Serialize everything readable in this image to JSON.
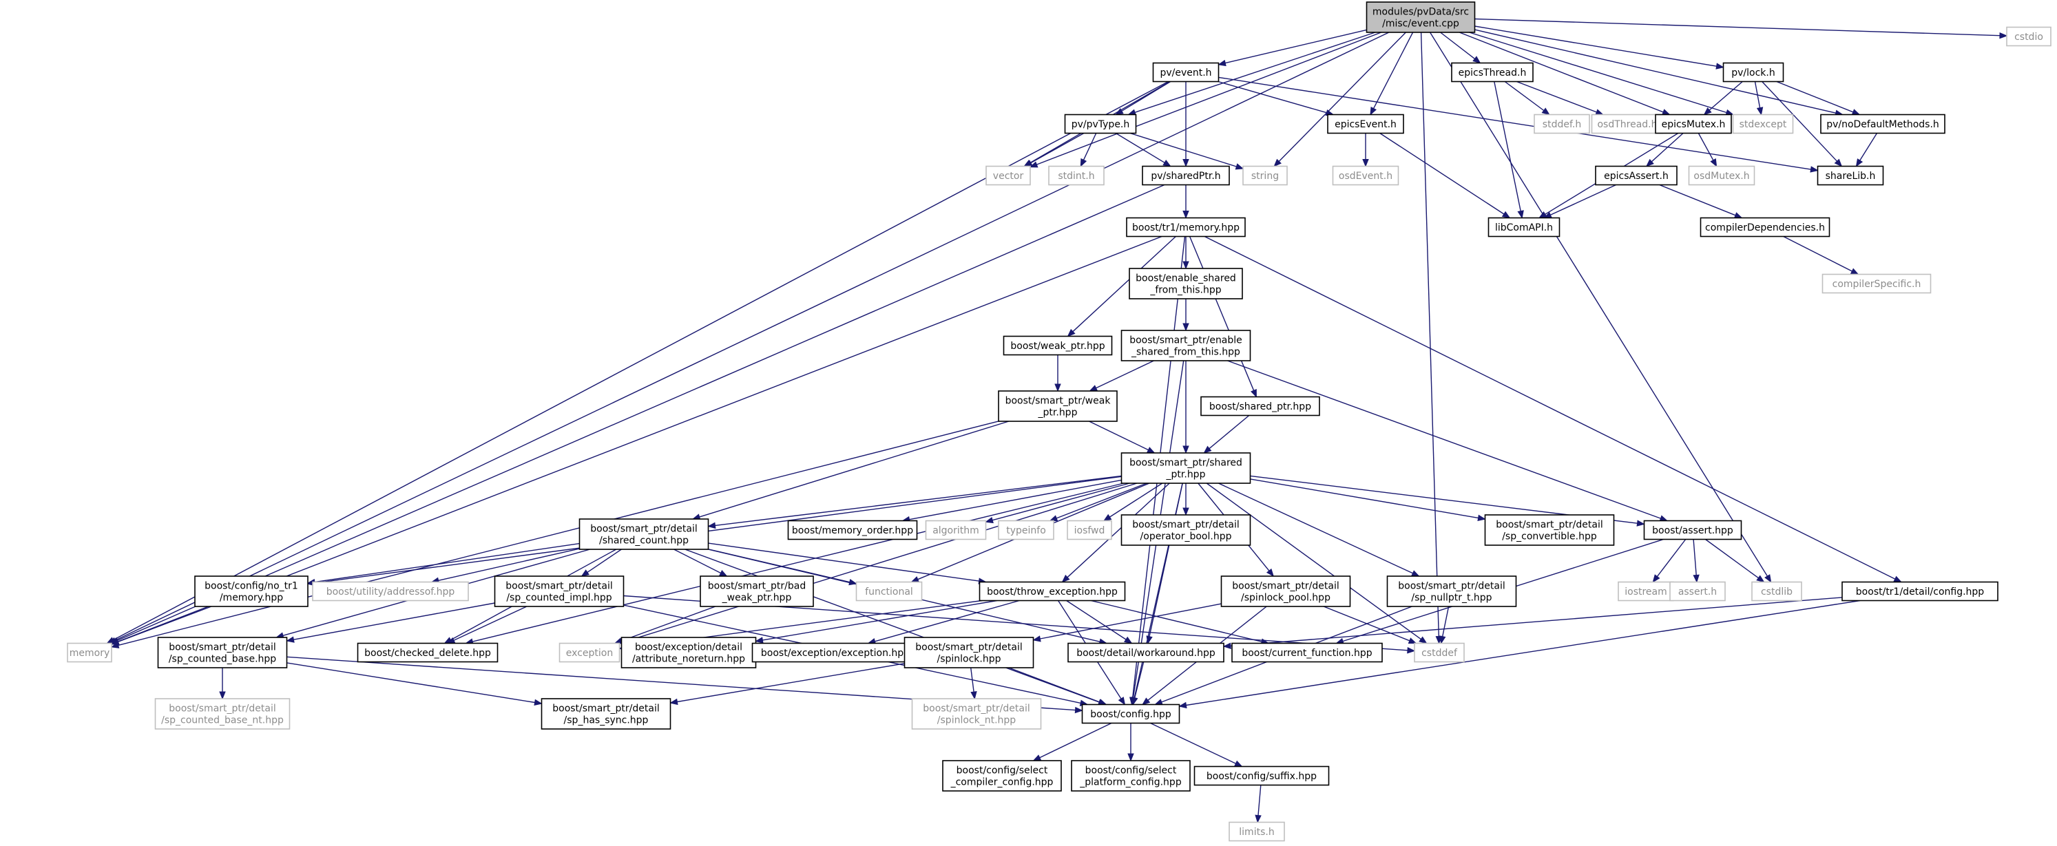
{
  "graph": {
    "colors": {
      "edge": "#191970",
      "root_fill": "#bfbfbf",
      "documented_border": "#000000",
      "external_border": "#bfbfbf",
      "external_text": "#8c8c8c",
      "text": "#000000"
    },
    "nodes": [
      {
        "id": "root",
        "lines": [
          "modules/pvData/src",
          "/misc/event.cpp"
        ],
        "kind": "root"
      },
      {
        "id": "memory",
        "lines": [
          "memory"
        ],
        "kind": "external"
      },
      {
        "id": "vector",
        "lines": [
          "vector"
        ],
        "kind": "external"
      },
      {
        "id": "string",
        "lines": [
          "string"
        ],
        "kind": "external"
      },
      {
        "id": "cstdio",
        "lines": [
          "cstdio"
        ],
        "kind": "external"
      },
      {
        "id": "stdexcept",
        "lines": [
          "stdexcept"
        ],
        "kind": "external"
      },
      {
        "id": "stdint",
        "lines": [
          "stdint.h"
        ],
        "kind": "external"
      },
      {
        "id": "stddef_h",
        "lines": [
          "stddef.h"
        ],
        "kind": "external"
      },
      {
        "id": "osdThread",
        "lines": [
          "osdThread.h"
        ],
        "kind": "external"
      },
      {
        "id": "osdEvent",
        "lines": [
          "osdEvent.h"
        ],
        "kind": "external"
      },
      {
        "id": "osdMutex",
        "lines": [
          "osdMutex.h"
        ],
        "kind": "external"
      },
      {
        "id": "compilerSpecific",
        "lines": [
          "compilerSpecific.h"
        ],
        "kind": "external"
      },
      {
        "id": "pvevent",
        "lines": [
          "pv/event.h"
        ],
        "kind": "doc"
      },
      {
        "id": "epicsThread",
        "lines": [
          "epicsThread.h"
        ],
        "kind": "doc"
      },
      {
        "id": "pvlock",
        "lines": [
          "pv/lock.h"
        ],
        "kind": "doc"
      },
      {
        "id": "pvType",
        "lines": [
          "pv/pvType.h"
        ],
        "kind": "doc"
      },
      {
        "id": "epicsEvent",
        "lines": [
          "epicsEvent.h"
        ],
        "kind": "doc"
      },
      {
        "id": "epicsMutex",
        "lines": [
          "epicsMutex.h"
        ],
        "kind": "doc"
      },
      {
        "id": "pvNoDefault",
        "lines": [
          "pv/noDefaultMethods.h"
        ],
        "kind": "doc"
      },
      {
        "id": "sharedPtr",
        "lines": [
          "pv/sharedPtr.h"
        ],
        "kind": "doc"
      },
      {
        "id": "epicsAssert",
        "lines": [
          "epicsAssert.h"
        ],
        "kind": "doc"
      },
      {
        "id": "shareLib",
        "lines": [
          "shareLib.h"
        ],
        "kind": "doc"
      },
      {
        "id": "libCom",
        "lines": [
          "libComAPI.h"
        ],
        "kind": "doc"
      },
      {
        "id": "compilerDeps",
        "lines": [
          "compilerDependencies.h"
        ],
        "kind": "doc"
      },
      {
        "id": "tr1memory",
        "lines": [
          "boost/tr1/memory.hpp"
        ],
        "kind": "doc"
      },
      {
        "id": "enableSft",
        "lines": [
          "boost/enable_shared",
          "_from_this.hpp"
        ],
        "kind": "doc"
      },
      {
        "id": "weakptr",
        "lines": [
          "boost/weak_ptr.hpp"
        ],
        "kind": "doc"
      },
      {
        "id": "spEnableSft",
        "lines": [
          "boost/smart_ptr/enable",
          "_shared_from_this.hpp"
        ],
        "kind": "doc"
      },
      {
        "id": "spWeak",
        "lines": [
          "boost/smart_ptr/weak",
          "_ptr.hpp"
        ],
        "kind": "doc"
      },
      {
        "id": "sharedptrhpp",
        "lines": [
          "boost/shared_ptr.hpp"
        ],
        "kind": "doc"
      },
      {
        "id": "spShared",
        "lines": [
          "boost/smart_ptr/shared",
          "_ptr.hpp"
        ],
        "kind": "doc"
      },
      {
        "id": "sharedCount",
        "lines": [
          "boost/smart_ptr/detail",
          "/shared_count.hpp"
        ],
        "kind": "doc"
      },
      {
        "id": "memOrder",
        "lines": [
          "boost/memory_order.hpp"
        ],
        "kind": "doc"
      },
      {
        "id": "algorithm",
        "lines": [
          "algorithm"
        ],
        "kind": "external"
      },
      {
        "id": "typeinfo",
        "lines": [
          "typeinfo"
        ],
        "kind": "external"
      },
      {
        "id": "iosfwd",
        "lines": [
          "iosfwd"
        ],
        "kind": "external"
      },
      {
        "id": "opBool",
        "lines": [
          "boost/smart_ptr/detail",
          "/operator_bool.hpp"
        ],
        "kind": "doc"
      },
      {
        "id": "spConvertible",
        "lines": [
          "boost/smart_ptr/detail",
          "/sp_convertible.hpp"
        ],
        "kind": "doc"
      },
      {
        "id": "assertHpp",
        "lines": [
          "boost/assert.hpp"
        ],
        "kind": "doc"
      },
      {
        "id": "noTr1",
        "lines": [
          "boost/config/no_tr1",
          "/memory.hpp"
        ],
        "kind": "doc"
      },
      {
        "id": "addressof",
        "lines": [
          "boost/utility/addressof.hpp"
        ],
        "kind": "external"
      },
      {
        "id": "spCountedImpl",
        "lines": [
          "boost/smart_ptr/detail",
          "/sp_counted_impl.hpp"
        ],
        "kind": "doc"
      },
      {
        "id": "badWeak",
        "lines": [
          "boost/smart_ptr/bad",
          "_weak_ptr.hpp"
        ],
        "kind": "doc"
      },
      {
        "id": "functional",
        "lines": [
          "functional"
        ],
        "kind": "external"
      },
      {
        "id": "throwExc",
        "lines": [
          "boost/throw_exception.hpp"
        ],
        "kind": "doc"
      },
      {
        "id": "spinlockPool",
        "lines": [
          "boost/smart_ptr/detail",
          "/spinlock_pool.hpp"
        ],
        "kind": "doc"
      },
      {
        "id": "spNullptr",
        "lines": [
          "boost/smart_ptr/detail",
          "/sp_nullptr_t.hpp"
        ],
        "kind": "doc"
      },
      {
        "id": "iostream",
        "lines": [
          "iostream"
        ],
        "kind": "external"
      },
      {
        "id": "assertH",
        "lines": [
          "assert.h"
        ],
        "kind": "external"
      },
      {
        "id": "cstdlib",
        "lines": [
          "cstdlib"
        ],
        "kind": "external"
      },
      {
        "id": "tr1Config",
        "lines": [
          "boost/tr1/detail/config.hpp"
        ],
        "kind": "doc"
      },
      {
        "id": "spCountedBase",
        "lines": [
          "boost/smart_ptr/detail",
          "/sp_counted_base.hpp"
        ],
        "kind": "doc"
      },
      {
        "id": "checkedDelete",
        "lines": [
          "boost/checked_delete.hpp"
        ],
        "kind": "doc"
      },
      {
        "id": "exception",
        "lines": [
          "exception"
        ],
        "kind": "external"
      },
      {
        "id": "attrNoreturn",
        "lines": [
          "boost/exception/detail",
          "/attribute_noreturn.hpp"
        ],
        "kind": "doc"
      },
      {
        "id": "excExc",
        "lines": [
          "boost/exception/exception.hpp"
        ],
        "kind": "doc"
      },
      {
        "id": "spinlock",
        "lines": [
          "boost/smart_ptr/detail",
          "/spinlock.hpp"
        ],
        "kind": "doc"
      },
      {
        "id": "workaround",
        "lines": [
          "boost/detail/workaround.hpp"
        ],
        "kind": "doc"
      },
      {
        "id": "curFunc",
        "lines": [
          "boost/current_function.hpp"
        ],
        "kind": "doc"
      },
      {
        "id": "cstddef",
        "lines": [
          "cstddef"
        ],
        "kind": "external"
      },
      {
        "id": "spCountedBaseNt",
        "lines": [
          "boost/smart_ptr/detail",
          "/sp_counted_base_nt.hpp"
        ],
        "kind": "external"
      },
      {
        "id": "spHasSync",
        "lines": [
          "boost/smart_ptr/detail",
          "/sp_has_sync.hpp"
        ],
        "kind": "doc"
      },
      {
        "id": "spinlockNt",
        "lines": [
          "boost/smart_ptr/detail",
          "/spinlock_nt.hpp"
        ],
        "kind": "external"
      },
      {
        "id": "configHpp",
        "lines": [
          "boost/config.hpp"
        ],
        "kind": "doc"
      },
      {
        "id": "selCompiler",
        "lines": [
          "boost/config/select",
          "_compiler_config.hpp"
        ],
        "kind": "doc"
      },
      {
        "id": "selPlatform",
        "lines": [
          "boost/config/select",
          "_platform_config.hpp"
        ],
        "kind": "doc"
      },
      {
        "id": "suffix",
        "lines": [
          "boost/config/suffix.hpp"
        ],
        "kind": "doc"
      },
      {
        "id": "limits",
        "lines": [
          "limits.h"
        ],
        "kind": "external"
      }
    ],
    "edges": [
      [
        "root",
        "memory"
      ],
      [
        "root",
        "vector"
      ],
      [
        "root",
        "pvevent"
      ],
      [
        "root",
        "pvType"
      ],
      [
        "root",
        "string"
      ],
      [
        "root",
        "epicsEvent"
      ],
      [
        "root",
        "epicsThread"
      ],
      [
        "root",
        "epicsMutex"
      ],
      [
        "root",
        "stdexcept"
      ],
      [
        "root",
        "pvlock"
      ],
      [
        "root",
        "pvNoDefault"
      ],
      [
        "root",
        "cstdio"
      ],
      [
        "root",
        "cstdlib"
      ],
      [
        "root",
        "cstddef"
      ],
      [
        "pvevent",
        "vector"
      ],
      [
        "pvevent",
        "pvType"
      ],
      [
        "pvevent",
        "sharedPtr"
      ],
      [
        "pvevent",
        "epicsEvent"
      ],
      [
        "pvevent",
        "shareLib"
      ],
      [
        "pvevent",
        "memory"
      ],
      [
        "pvType",
        "vector"
      ],
      [
        "pvType",
        "stdint"
      ],
      [
        "pvType",
        "string"
      ],
      [
        "pvType",
        "sharedPtr"
      ],
      [
        "sharedPtr",
        "memory"
      ],
      [
        "sharedPtr",
        "tr1memory"
      ],
      [
        "epicsThread",
        "stddef_h"
      ],
      [
        "epicsThread",
        "osdThread"
      ],
      [
        "epicsThread",
        "libCom"
      ],
      [
        "epicsEvent",
        "osdEvent"
      ],
      [
        "epicsEvent",
        "libCom"
      ],
      [
        "epicsMutex",
        "epicsAssert"
      ],
      [
        "epicsMutex",
        "osdMutex"
      ],
      [
        "epicsMutex",
        "libCom"
      ],
      [
        "epicsAssert",
        "libCom"
      ],
      [
        "epicsAssert",
        "compilerDeps"
      ],
      [
        "compilerDeps",
        "compilerSpecific"
      ],
      [
        "pvlock",
        "epicsMutex"
      ],
      [
        "pvlock",
        "stdexcept"
      ],
      [
        "pvlock",
        "pvNoDefault"
      ],
      [
        "pvlock",
        "shareLib"
      ],
      [
        "pvNoDefault",
        "shareLib"
      ],
      [
        "tr1memory",
        "memory"
      ],
      [
        "tr1memory",
        "enableSft"
      ],
      [
        "tr1memory",
        "weakptr"
      ],
      [
        "tr1memory",
        "sharedptrhpp"
      ],
      [
        "tr1memory",
        "configHpp"
      ],
      [
        "tr1memory",
        "tr1Config"
      ],
      [
        "enableSft",
        "spEnableSft"
      ],
      [
        "weakptr",
        "spWeak"
      ],
      [
        "spEnableSft",
        "spWeak"
      ],
      [
        "spEnableSft",
        "spShared"
      ],
      [
        "spEnableSft",
        "assertHpp"
      ],
      [
        "spEnableSft",
        "configHpp"
      ],
      [
        "spWeak",
        "memory"
      ],
      [
        "spWeak",
        "sharedCount"
      ],
      [
        "spWeak",
        "spShared"
      ],
      [
        "sharedptrhpp",
        "spShared"
      ],
      [
        "spShared",
        "sharedCount"
      ],
      [
        "spShared",
        "memOrder"
      ],
      [
        "spShared",
        "algorithm"
      ],
      [
        "spShared",
        "typeinfo"
      ],
      [
        "spShared",
        "iosfwd"
      ],
      [
        "spShared",
        "opBool"
      ],
      [
        "spShared",
        "spConvertible"
      ],
      [
        "spShared",
        "assertHpp"
      ],
      [
        "spShared",
        "noTr1"
      ],
      [
        "spShared",
        "functional"
      ],
      [
        "spShared",
        "throwExc"
      ],
      [
        "spShared",
        "spinlockPool"
      ],
      [
        "spShared",
        "spNullptr"
      ],
      [
        "spShared",
        "checkedDelete"
      ],
      [
        "spShared",
        "workaround"
      ],
      [
        "spShared",
        "cstddef"
      ],
      [
        "spShared",
        "configHpp"
      ],
      [
        "spShared",
        "exception"
      ],
      [
        "sharedCount",
        "noTr1"
      ],
      [
        "sharedCount",
        "addressof"
      ],
      [
        "sharedCount",
        "spCountedImpl"
      ],
      [
        "sharedCount",
        "badWeak"
      ],
      [
        "sharedCount",
        "functional"
      ],
      [
        "sharedCount",
        "spCountedBase"
      ],
      [
        "sharedCount",
        "checkedDelete"
      ],
      [
        "sharedCount",
        "workaround"
      ],
      [
        "sharedCount",
        "throwExc"
      ],
      [
        "sharedCount",
        "configHpp"
      ],
      [
        "noTr1",
        "memory"
      ],
      [
        "spCountedImpl",
        "spCountedBase"
      ],
      [
        "spCountedImpl",
        "checkedDelete"
      ],
      [
        "spCountedImpl",
        "cstddef"
      ],
      [
        "spCountedImpl",
        "configHpp"
      ],
      [
        "badWeak",
        "exception"
      ],
      [
        "throwExc",
        "exception"
      ],
      [
        "throwExc",
        "attrNoreturn"
      ],
      [
        "throwExc",
        "excExc"
      ],
      [
        "throwExc",
        "workaround"
      ],
      [
        "throwExc",
        "curFunc"
      ],
      [
        "throwExc",
        "configHpp"
      ],
      [
        "spinlockPool",
        "spinlock"
      ],
      [
        "spinlockPool",
        "cstddef"
      ],
      [
        "spinlockPool",
        "configHpp"
      ],
      [
        "spNullptr",
        "cstddef"
      ],
      [
        "spNullptr",
        "configHpp"
      ],
      [
        "assertHpp",
        "iostream"
      ],
      [
        "assertHpp",
        "assertH"
      ],
      [
        "assertHpp",
        "cstdlib"
      ],
      [
        "assertHpp",
        "curFunc"
      ],
      [
        "tr1Config",
        "workaround"
      ],
      [
        "tr1Config",
        "configHpp"
      ],
      [
        "spCountedBase",
        "spCountedBaseNt"
      ],
      [
        "spCountedBase",
        "spHasSync"
      ],
      [
        "spCountedBase",
        "configHpp"
      ],
      [
        "spinlock",
        "spHasSync"
      ],
      [
        "spinlock",
        "spinlockNt"
      ],
      [
        "spinlock",
        "configHpp"
      ],
      [
        "workaround",
        "configHpp"
      ],
      [
        "configHpp",
        "selCompiler"
      ],
      [
        "configHpp",
        "selPlatform"
      ],
      [
        "configHpp",
        "suffix"
      ],
      [
        "suffix",
        "limits"
      ]
    ]
  }
}
